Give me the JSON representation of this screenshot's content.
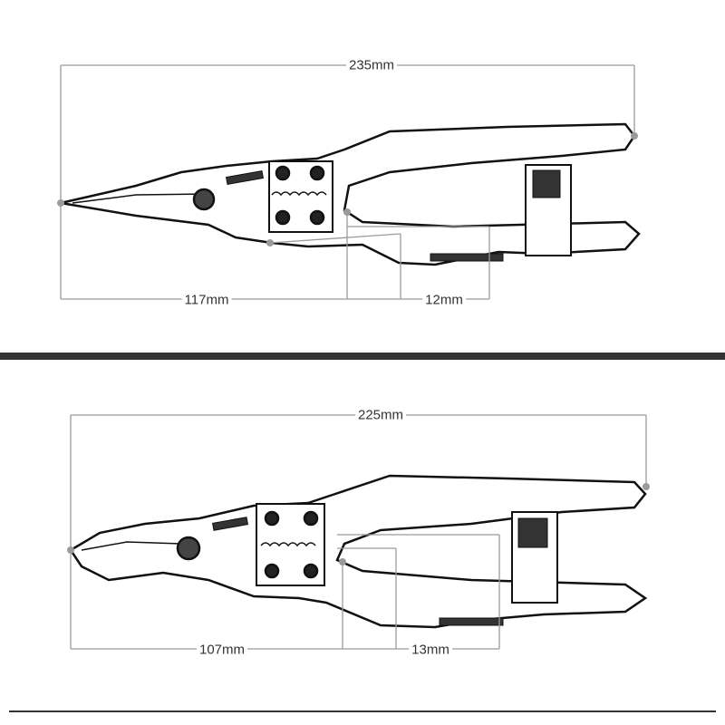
{
  "top_diagram": {
    "total_length": "235mm",
    "nose_to_pivot": "117mm",
    "crimp_width": "12mm"
  },
  "bottom_diagram": {
    "total_length": "225mm",
    "nose_to_pivot": "107mm",
    "crimp_width": "13mm"
  },
  "colors": {
    "dimension_line": "#9a9a9a",
    "divider": "#333333",
    "outline": "#111111"
  }
}
